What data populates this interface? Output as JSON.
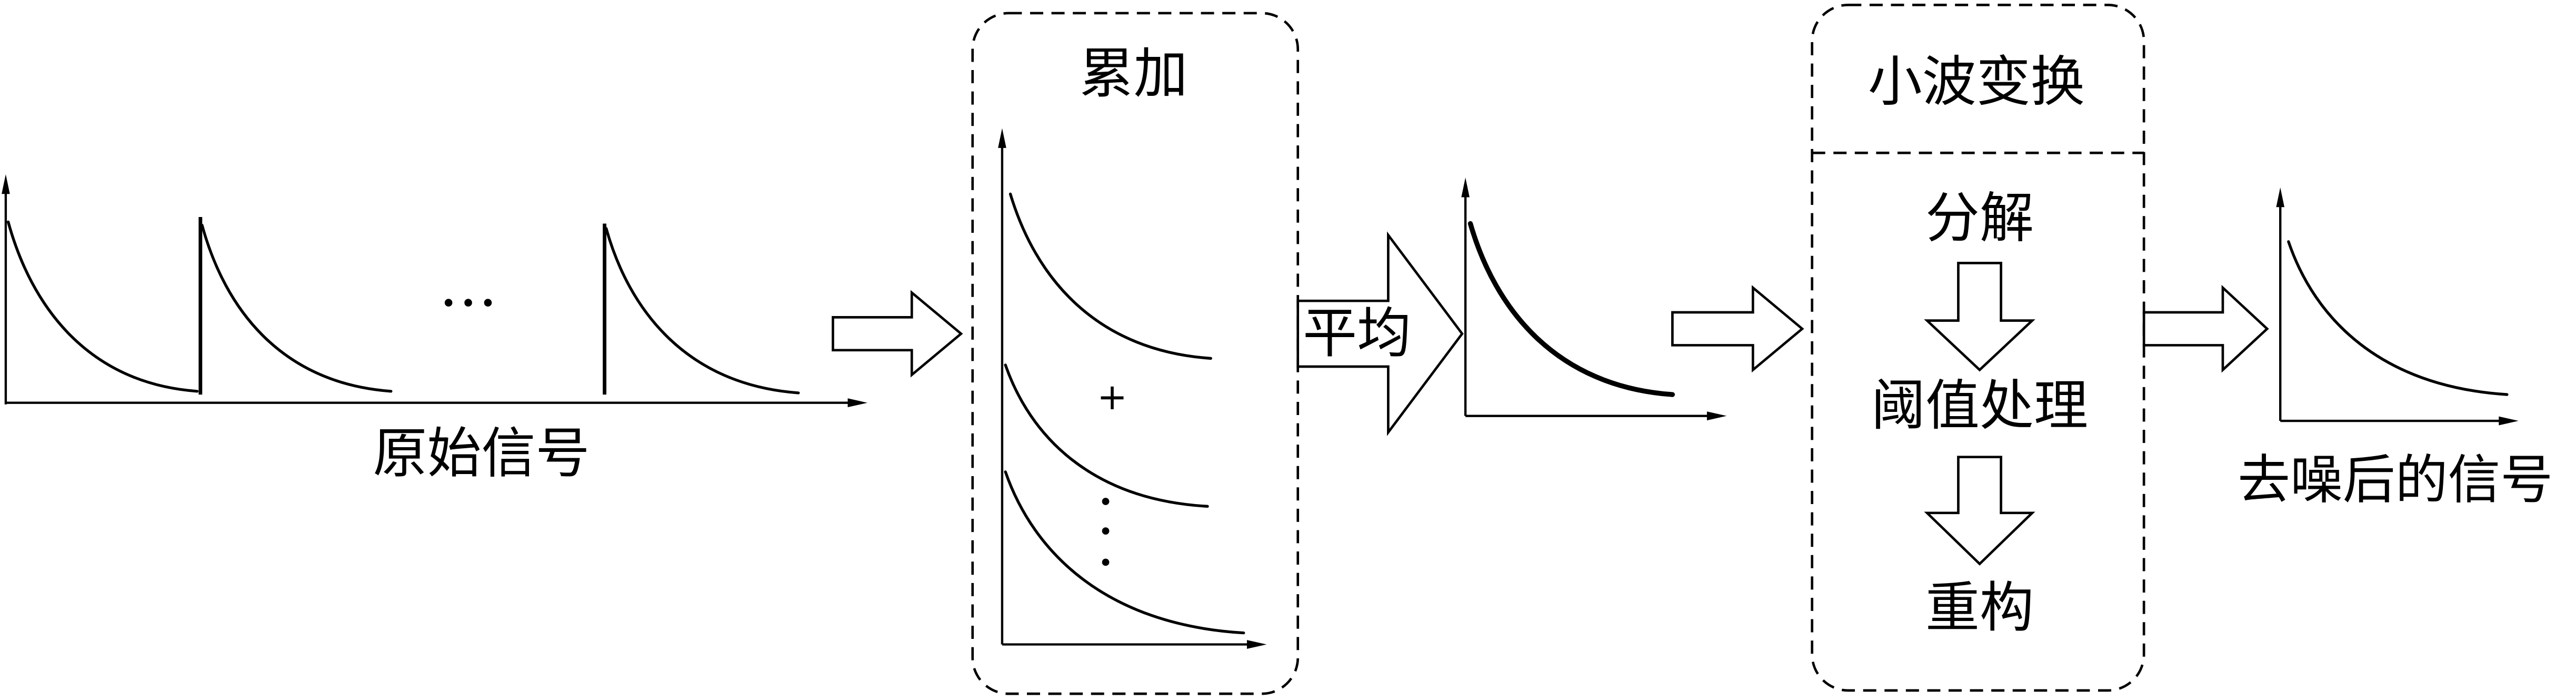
{
  "diagram": {
    "original_signal": {
      "label": "原始信号",
      "ellipsis": "…"
    },
    "accumulation": {
      "title": "累加",
      "plus": "+"
    },
    "averaging": {
      "label": "平均"
    },
    "wavelet_transform": {
      "title": "小波变换",
      "steps": [
        "分解",
        "阈值处理",
        "重构"
      ]
    },
    "denoised_signal": {
      "label": "去噪后的信号"
    }
  }
}
